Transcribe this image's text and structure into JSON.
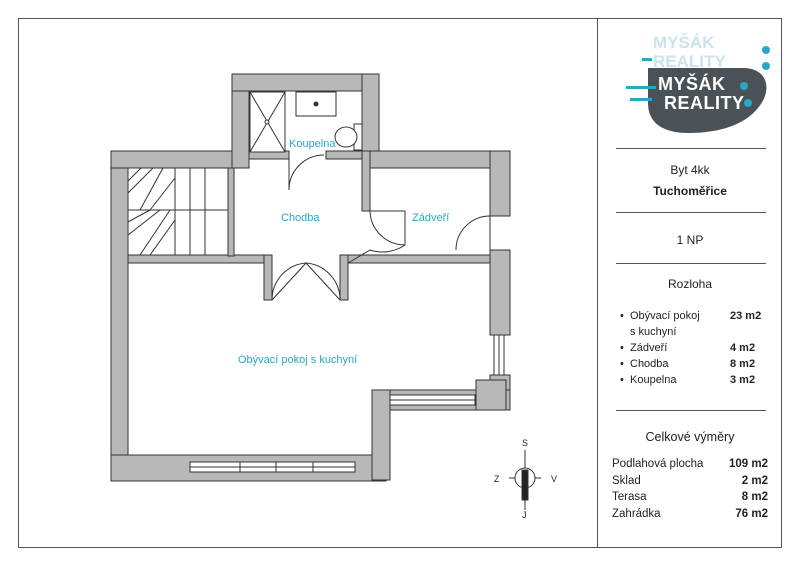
{
  "rooms": {
    "koupelna": "Koupelna",
    "chodba": "Chodba",
    "zadveri": "Zádveří",
    "obyvaci": "Obývací pokoj s kuchyní"
  },
  "compass": {
    "north": "S",
    "south": "J",
    "west": "Z",
    "east": "V"
  },
  "logo": {
    "line1": "MYŠÁK",
    "line2": "REALITY"
  },
  "property": {
    "type": "Byt 4kk",
    "location": "Tuchoměřice",
    "floor": "1 NP"
  },
  "rozloha": {
    "title": "Rozloha",
    "items": [
      {
        "name_line1": "Obývací pokoj",
        "name_line2": "s kuchyní",
        "value": "23 m2"
      },
      {
        "name_line1": "Zádveří",
        "value": "4 m2"
      },
      {
        "name_line1": "Chodba",
        "value": "8 m2"
      },
      {
        "name_line1": "Koupelna",
        "value": "3 m2"
      }
    ]
  },
  "celkove": {
    "title": "Celkové výměry",
    "items": [
      {
        "name": "Podlahová plocha",
        "value": "109 m2"
      },
      {
        "name": "Sklad",
        "value": "2 m2"
      },
      {
        "name": "Terasa",
        "value": "8 m2"
      },
      {
        "name": "Zahrádka",
        "value": "76 m2"
      }
    ]
  },
  "colors": {
    "wall": "#b8b8b8",
    "accent": "#2aa7c6",
    "logo_dark": "#4a5257"
  }
}
